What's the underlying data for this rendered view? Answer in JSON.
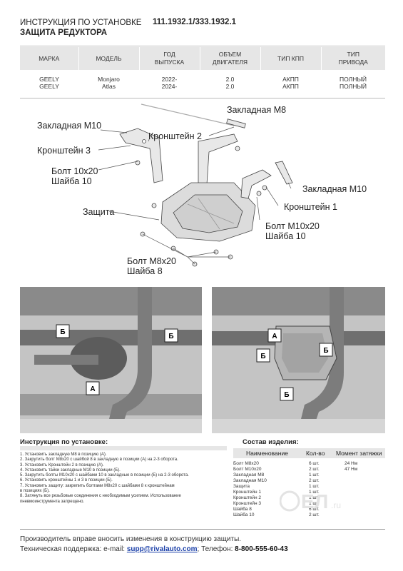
{
  "header": {
    "title_line1": "ИНСТРУКЦИЯ ПО УСТАНОВКЕ",
    "title_line2": "ЗАЩИТА РЕДУКТОРА",
    "part_codes": "111.1932.1/333.1932.1"
  },
  "specs_table": {
    "headers": [
      "МАРКА",
      "МОДЕЛЬ",
      "ГОД\nВЫПУСКА",
      "ОБЪЕМ\nДВИГАТЕЛЯ",
      "ТИП КПП",
      "ТИП\nПРИВОДА"
    ],
    "rows": [
      [
        "GEELY",
        "Monjaro",
        "2022-",
        "2.0",
        "АКПП",
        "ПОЛНЫЙ"
      ],
      [
        "GEELY",
        "Atlas",
        "2024-",
        "2.0",
        "АКПП",
        "ПОЛНЫЙ"
      ]
    ]
  },
  "diagram_labels": {
    "insert_m8": "Закладная М8",
    "insert_m10_left": "Закладная М10",
    "bracket_2": "Кронштейн 2",
    "bracket_3": "Кронштейн 3",
    "bolt_10x20": "Болт 10х20",
    "washer_10_left": "Шайба 10",
    "insert_m10_right": "Закладная М10",
    "bracket_1": "Кронштейн 1",
    "guard": "Защита",
    "bolt_m10x20": "Болт М10х20",
    "washer_10_right": "Шайба 10",
    "bolt_m8x20": "Болт М8х20",
    "washer_8": "Шайба 8"
  },
  "photo_markers": {
    "a": "А",
    "b": "Б"
  },
  "instructions": {
    "title": "Инструкция по установке:",
    "steps": [
      "1.  Установить закладную М8 в позицию (А).",
      "2.  Закрутить болт М8х20 с шайбой 8 в закладную в позиции (А) на 2-3 оборота.",
      "3.  Установить Кронштейн 2 в позицию (А).",
      "4.  Установить тайки закладные М10 в позиции (Б).",
      "5.   Закрутить болты М10х20 с шайбами 10 в закладные в позиции (Б) на 2-3 оборота.",
      "6.  Установить кронштейны 1 и 3 в позиции (Б).",
      "7.  Установить защиту: закрепить болтами М8х20 с шайбами 8 к кронштейнам",
      "     в позициях (Б).",
      "8.  Затянуть все резьбовые соединения с необходимым усилием. Использование",
      "     пневмоинструмента запрещено."
    ]
  },
  "composition": {
    "title": "Состав изделия:",
    "headers": [
      "Наименование",
      "Кол-во",
      "Момент затяжки"
    ],
    "rows": [
      [
        "Болт М8х20",
        "6 шт.",
        "24 Нм"
      ],
      [
        "Болт М10х20",
        "2 шт.",
        "47 Нм"
      ],
      [
        "Закладная М8",
        "1 шт.",
        ""
      ],
      [
        "Закладная М10",
        "2 шт.",
        ""
      ],
      [
        "Защита",
        "1 шт.",
        ""
      ],
      [
        "Кронштейн 1",
        "1 шт.",
        ""
      ],
      [
        "Кронштейн 2",
        "1 шт.",
        ""
      ],
      [
        "Кронштейн 3",
        "1 шт.",
        ""
      ],
      [
        "Шайба 8",
        "6 шт.",
        ""
      ],
      [
        "Шайба 10",
        "2 шт.",
        ""
      ]
    ]
  },
  "footer": {
    "line1": "Производитель вправе вносить изменения в конструкцию защиты.",
    "support_label": "Техническая поддержка:  e-mail: ",
    "email": "supp@rivalauto.com",
    "phone_label": "; Телефон: ",
    "phone": "8-800-555-60-43"
  },
  "watermark": {
    "text": "ЕЛ",
    "tld": ".ru"
  }
}
